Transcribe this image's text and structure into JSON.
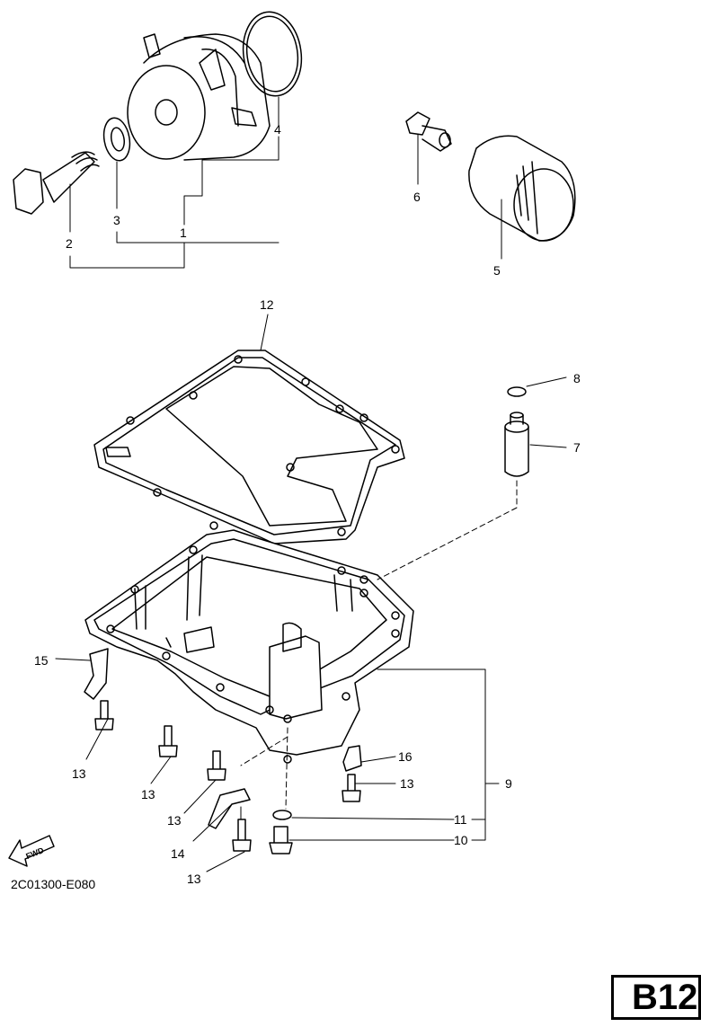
{
  "parts": [
    {
      "id": "label-1",
      "text": "1"
    },
    {
      "id": "label-2",
      "text": "2"
    },
    {
      "id": "label-3",
      "text": "3"
    },
    {
      "id": "label-4",
      "text": "4"
    },
    {
      "id": "label-5",
      "text": "5"
    },
    {
      "id": "label-6",
      "text": "6"
    },
    {
      "id": "label-7",
      "text": "7"
    },
    {
      "id": "label-8",
      "text": "8"
    },
    {
      "id": "label-9",
      "text": "9"
    },
    {
      "id": "label-10",
      "text": "10"
    },
    {
      "id": "label-11",
      "text": "11"
    },
    {
      "id": "label-12",
      "text": "12"
    },
    {
      "id": "label-13",
      "text": "13"
    },
    {
      "id": "label-14",
      "text": "14"
    },
    {
      "id": "label-15",
      "text": "15"
    },
    {
      "id": "label-16",
      "text": "16"
    }
  ],
  "fwd_label": "FWD",
  "diagram_code": "2C01300-E080",
  "page_tag": "B12"
}
